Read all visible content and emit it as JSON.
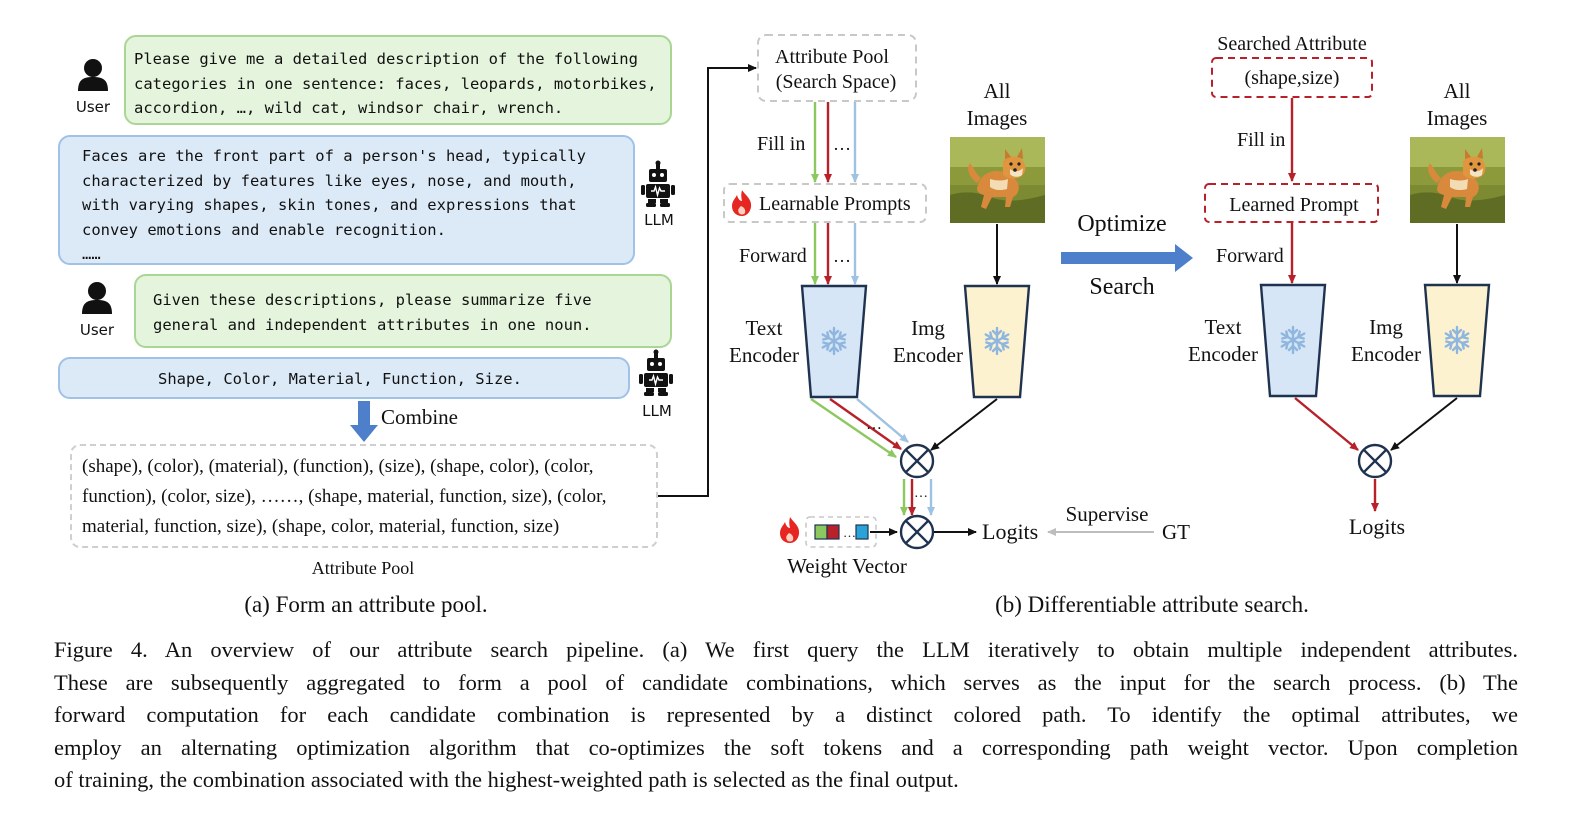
{
  "panel_a": {
    "user_label": "User",
    "llm_label": "LLM",
    "prompt1": "Please give me a detailed description of the following\ncategories in one sentence: faces, leopards, motorbikes,\naccordion, …, wild cat, windsor chair, wrench.",
    "response1": "Faces are the front part of a person's head, typically\ncharacterized by features like eyes, nose, and mouth,\nwith varying shapes, skin tones, and expressions that\nconvey emotions and enable recognition.\n……",
    "prompt2": "Given these descriptions, please summarize five\ngeneral and independent attributes in one noun.",
    "response2": "Shape, Color, Material, Function, Size.",
    "combine_label": "Combine",
    "pool_lines": [
      "(shape), (color), (material), (function), (size), (shape, color), (color,",
      "function), (color, size), ……, (shape, material, function, size), (color,",
      "material, function, size), (shape, color, material, function, size)"
    ],
    "pool_label": "Attribute Pool",
    "subcaption": "(a) Form an attribute pool."
  },
  "panel_b": {
    "attribute_pool_line1": "Attribute Pool",
    "attribute_pool_line2": "(Search Space)",
    "fill_in": "Fill in",
    "ellipsis": "…",
    "learnable_prompts": "Learnable Prompts",
    "forward": "Forward",
    "all_images_line1": "All",
    "all_images_line2": "Images",
    "text_encoder_line1": "Text",
    "text_encoder_line2": "Encoder",
    "img_encoder_line1": "Img",
    "img_encoder_line2": "Encoder",
    "weight_vector": "Weight Vector",
    "logits": "Logits",
    "supervise": "Supervise",
    "gt": "GT",
    "optimize": "Optimize",
    "search": "Search",
    "searched_attribute": "Searched Attribute",
    "searched_value": "(shape,size)",
    "learned_prompt": "Learned Prompt",
    "subcaption": "(b) Differentiable attribute search."
  },
  "colors": {
    "green_path": "#8cc860",
    "red_path": "#b8202a",
    "blue_path": "#9ec2e2",
    "text_encoder_fill": "#d7e6f6",
    "img_encoder_fill": "#fdf2cf",
    "encoder_stroke": "#1f3350",
    "arrow_blue": "#4e7fcb"
  },
  "caption_lines": [
    "Figure 4.  An overview of our attribute search pipeline.  (a) We first query the LLM iteratively to obtain multiple independent attributes.",
    "These are subsequently aggregated to form a pool of candidate combinations, which serves as the input for the search process.  (b) The",
    "forward computation for each candidate combination is represented by a distinct colored path.  To identify the optimal attributes, we",
    "employ an alternating optimization algorithm that co-optimizes the soft tokens and a corresponding path weight vector. Upon completion",
    "of training, the combination associated with the highest-weighted path is selected as the final output."
  ]
}
